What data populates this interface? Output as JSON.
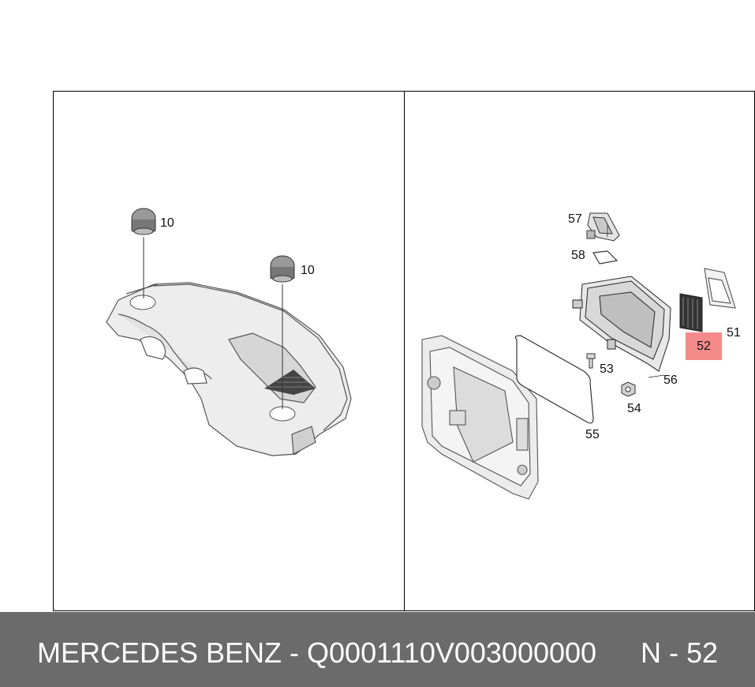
{
  "callouts": {
    "p10a": "10",
    "p10b": "10",
    "p57": "57",
    "p58": "58",
    "p52": "52",
    "p51": "51",
    "p53": "53",
    "p56": "56",
    "p54": "54",
    "p55": "55"
  },
  "highlight_color": "#f58a8a",
  "footer": {
    "title": "MERCEDES BENZ - Q0001110V003000000",
    "ref": "N - 52",
    "background": "#6b6b6b"
  }
}
